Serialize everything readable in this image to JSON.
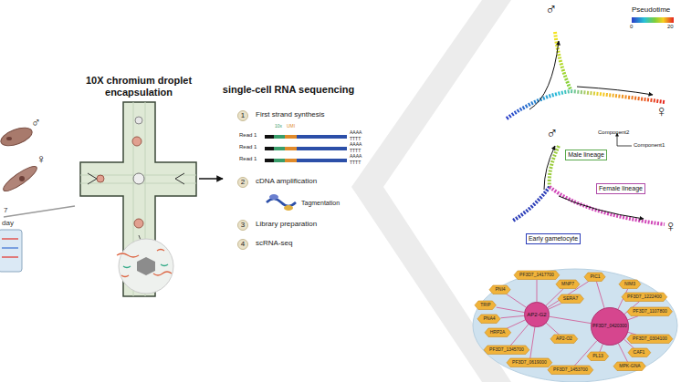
{
  "diagram": {
    "nodes": [
      {
        "text": [
          "1"
        ]
      },
      {
        "text": [
          "2"
        ]
      },
      {
        "text": [
          "3"
        ]
      },
      {
        "text": [
          "4"
        ]
      },
      {
        "text": [
          "Male lineage"
        ]
      },
      {
        "text": [
          "Female lineage"
        ]
      },
      {
        "text": [
          "Early gametocyte"
        ]
      },
      {
        "text": [
          "AP2-G2"
        ]
      },
      {
        "text": [
          "PF3D7_0420300"
        ]
      },
      {
        "text": [
          "PF3D7_1417700"
        ]
      },
      {
        "text": [
          "PNI4"
        ]
      },
      {
        "text": [
          "MNP7"
        ]
      },
      {
        "text": [
          "PIC1"
        ]
      },
      {
        "text": [
          "NIM3"
        ]
      },
      {
        "text": [
          "TRIP"
        ]
      },
      {
        "text": [
          "PF3D7_1222400"
        ]
      },
      {
        "text": [
          "PNA4"
        ]
      },
      {
        "text": [
          "SERA7"
        ]
      },
      {
        "text": [
          "PF3D7_1107800"
        ]
      },
      {
        "text": [
          "HRP2A"
        ]
      },
      {
        "text": [
          "AP2-O2"
        ]
      },
      {
        "text": [
          "PF3D7_0304100"
        ]
      },
      {
        "text": [
          "PF3D7_1345700"
        ]
      },
      {
        "text": [
          "CAF1"
        ]
      },
      {
        "text": [
          "PF3D7_0619000"
        ]
      },
      {
        "text": [
          "PF3D7_1453700"
        ]
      },
      {
        "text": [
          "MPK-GNA"
        ]
      },
      {
        "text": [
          "PL13"
        ]
      }
    ],
    "edges": [
      {
        "from": 7,
        "to": 8,
        "arrow": "none"
      },
      {
        "from": 7,
        "to": 9,
        "arrow": "none"
      },
      {
        "from": 7,
        "to": 10,
        "arrow": "none"
      },
      {
        "from": 7,
        "to": 11,
        "arrow": "none"
      },
      {
        "from": 7,
        "to": 12,
        "arrow": "none"
      },
      {
        "from": 7,
        "to": 14,
        "arrow": "none"
      },
      {
        "from": 7,
        "to": 16,
        "arrow": "none"
      },
      {
        "from": 7,
        "to": 17,
        "arrow": "none"
      },
      {
        "from": 7,
        "to": 19,
        "arrow": "none"
      },
      {
        "from": 7,
        "to": 20,
        "arrow": "none"
      },
      {
        "from": 7,
        "to": 22,
        "arrow": "none"
      },
      {
        "from": 7,
        "to": 24,
        "arrow": "none"
      },
      {
        "from": 8,
        "to": 13,
        "arrow": "none"
      },
      {
        "from": 8,
        "to": 15,
        "arrow": "none"
      },
      {
        "from": 8,
        "to": 18,
        "arrow": "none"
      },
      {
        "from": 8,
        "to": 21,
        "arrow": "none"
      },
      {
        "from": 8,
        "to": 23,
        "arrow": "none"
      },
      {
        "from": 8,
        "to": 25,
        "arrow": "none"
      },
      {
        "from": 8,
        "to": 26,
        "arrow": "none"
      },
      {
        "from": 8,
        "to": 27,
        "arrow": "none"
      },
      {
        "from": 8,
        "to": 12,
        "arrow": "none"
      }
    ],
    "labels": [
      "7",
      "day",
      "10X chromium droplet encapsulation",
      "single-cell RNA sequencing",
      "First strand synthesis",
      "10x",
      "UMI",
      "Read 1",
      "Read 1",
      "Read 1",
      "AAAA",
      "TTTT",
      "AAAA",
      "TTTT",
      "AAAA",
      "TTTT",
      "cDNA amplification",
      "Tagmentation",
      "Library preparation",
      "scRNA-seq",
      "♂",
      "Pseudotime",
      "0",
      "20",
      "♀",
      "Component2",
      "Component1",
      "♂",
      "♀",
      "♂",
      "♀"
    ]
  }
}
